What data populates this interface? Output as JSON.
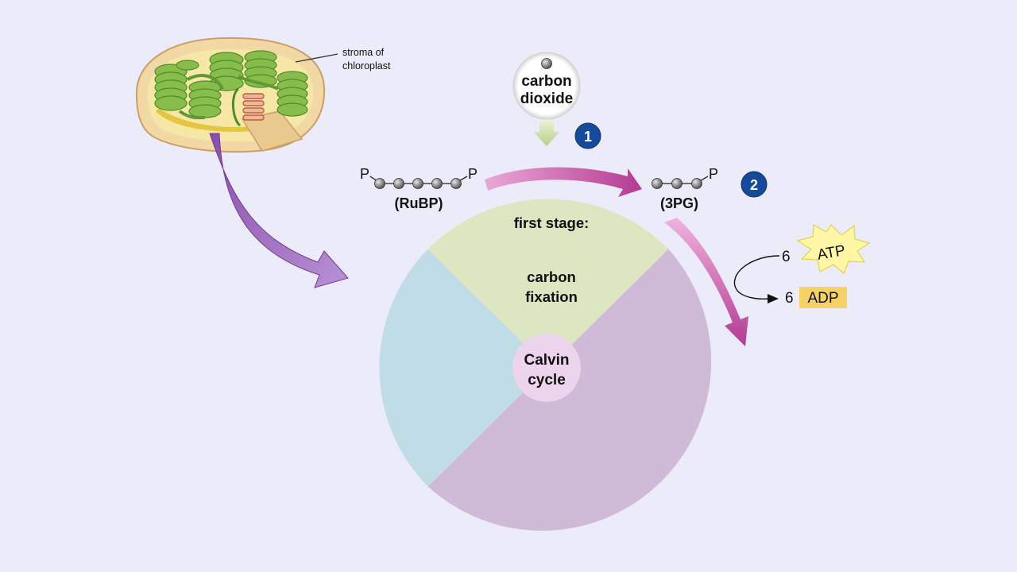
{
  "chloroplast": {
    "label_line1": "stroma of",
    "label_line2": "chloroplast"
  },
  "co2": {
    "line1": "carbon",
    "line2": "dioxide"
  },
  "steps": {
    "one": "1",
    "two": "2"
  },
  "rubp": {
    "p_left": "P",
    "p_right": "P",
    "label": "(RuBP)"
  },
  "pg": {
    "p_right": "P",
    "label": "(3PG)"
  },
  "stage": {
    "title": "first stage:",
    "line1": "carbon",
    "line2": "fixation"
  },
  "center": {
    "line1": "Calvin",
    "line2": "cycle"
  },
  "energy": {
    "atp_count": "6",
    "atp_label": "ATP",
    "adp_count": "6",
    "adp_label": "ADP"
  },
  "colors": {
    "background": "#ebebfa",
    "sector_fixation": "#dce6c0",
    "sector_left": "#c0dce6",
    "sector_right": "#cfbad8",
    "center_disk": "#ecd4ec",
    "arrow_magenta": "#b83a95",
    "arrow_purple": "#9a62b8",
    "step_badge": "#154a9a",
    "atp_star": "#fff6a6",
    "adp_box": "#f6d266",
    "chlorophyll_green": "#7cb342"
  }
}
